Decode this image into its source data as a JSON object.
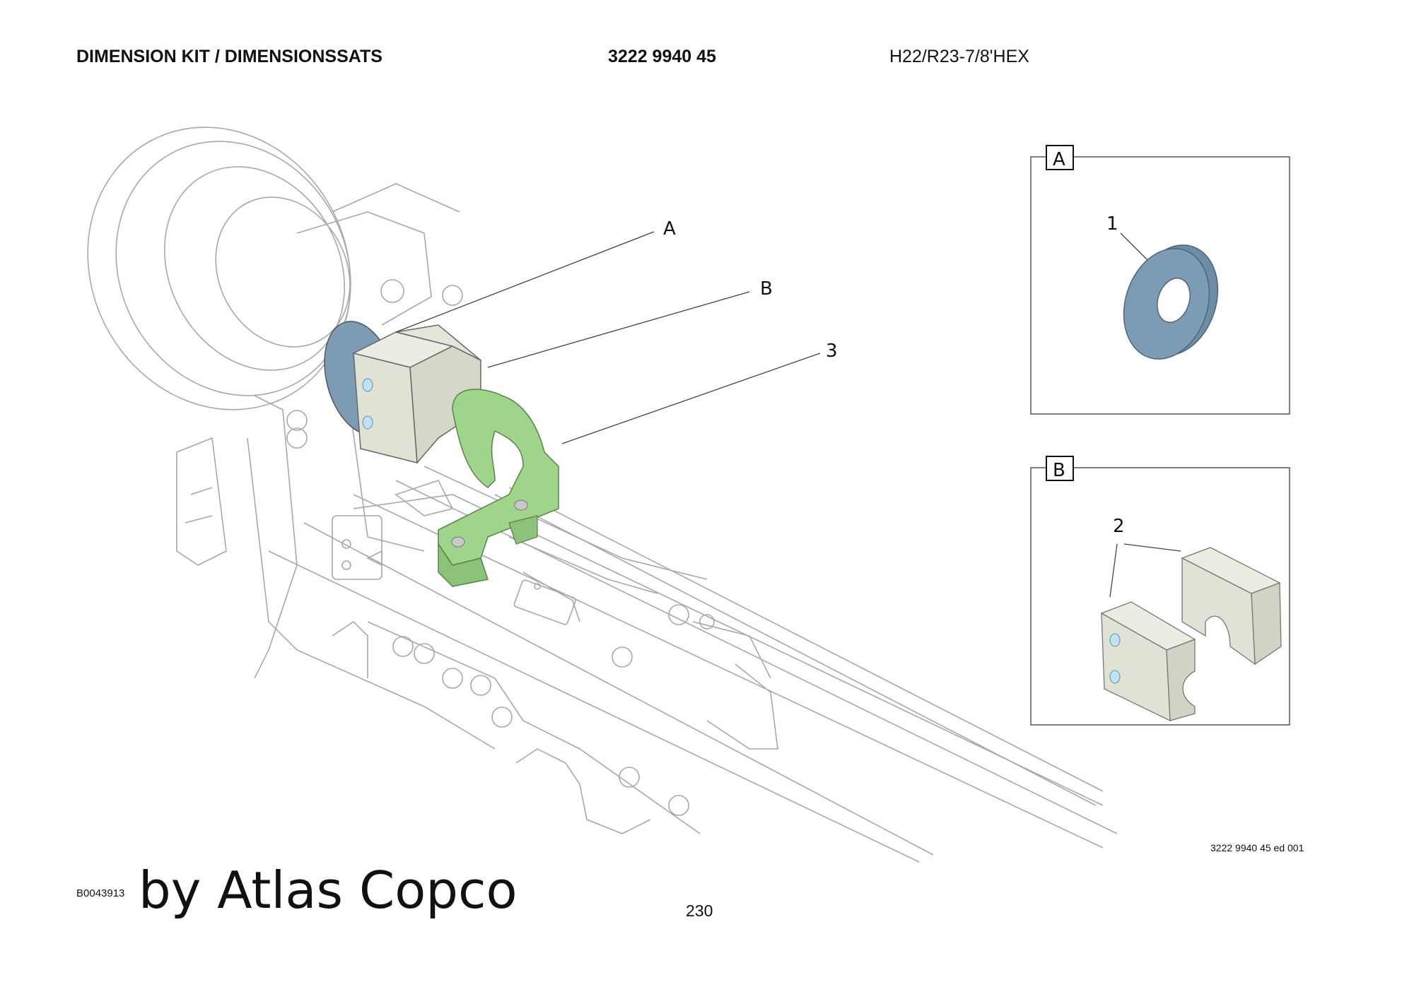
{
  "header": {
    "title": "DIMENSION KIT / DIMENSIONSSATS",
    "part_number": "3222 9940 45",
    "model": "H22/R23-7/8'HEX"
  },
  "callouts": {
    "a": "A",
    "b": "B",
    "three": "3",
    "one": "1",
    "two": "2"
  },
  "detail_boxes": {
    "a_label": "A",
    "b_label": "B"
  },
  "footer": {
    "figure_id": "B0043913",
    "watermark": "by Atlas Copco",
    "page_number": "230",
    "reference": "3222 9940 45 ed 001"
  },
  "colors": {
    "washer_blue": "#7d9bb5",
    "block_grey": "#dfe3d6",
    "bracket_green": "#9fd58b",
    "hole_cyan": "#bfe3f5",
    "line_grey": "#9a9a9a"
  }
}
